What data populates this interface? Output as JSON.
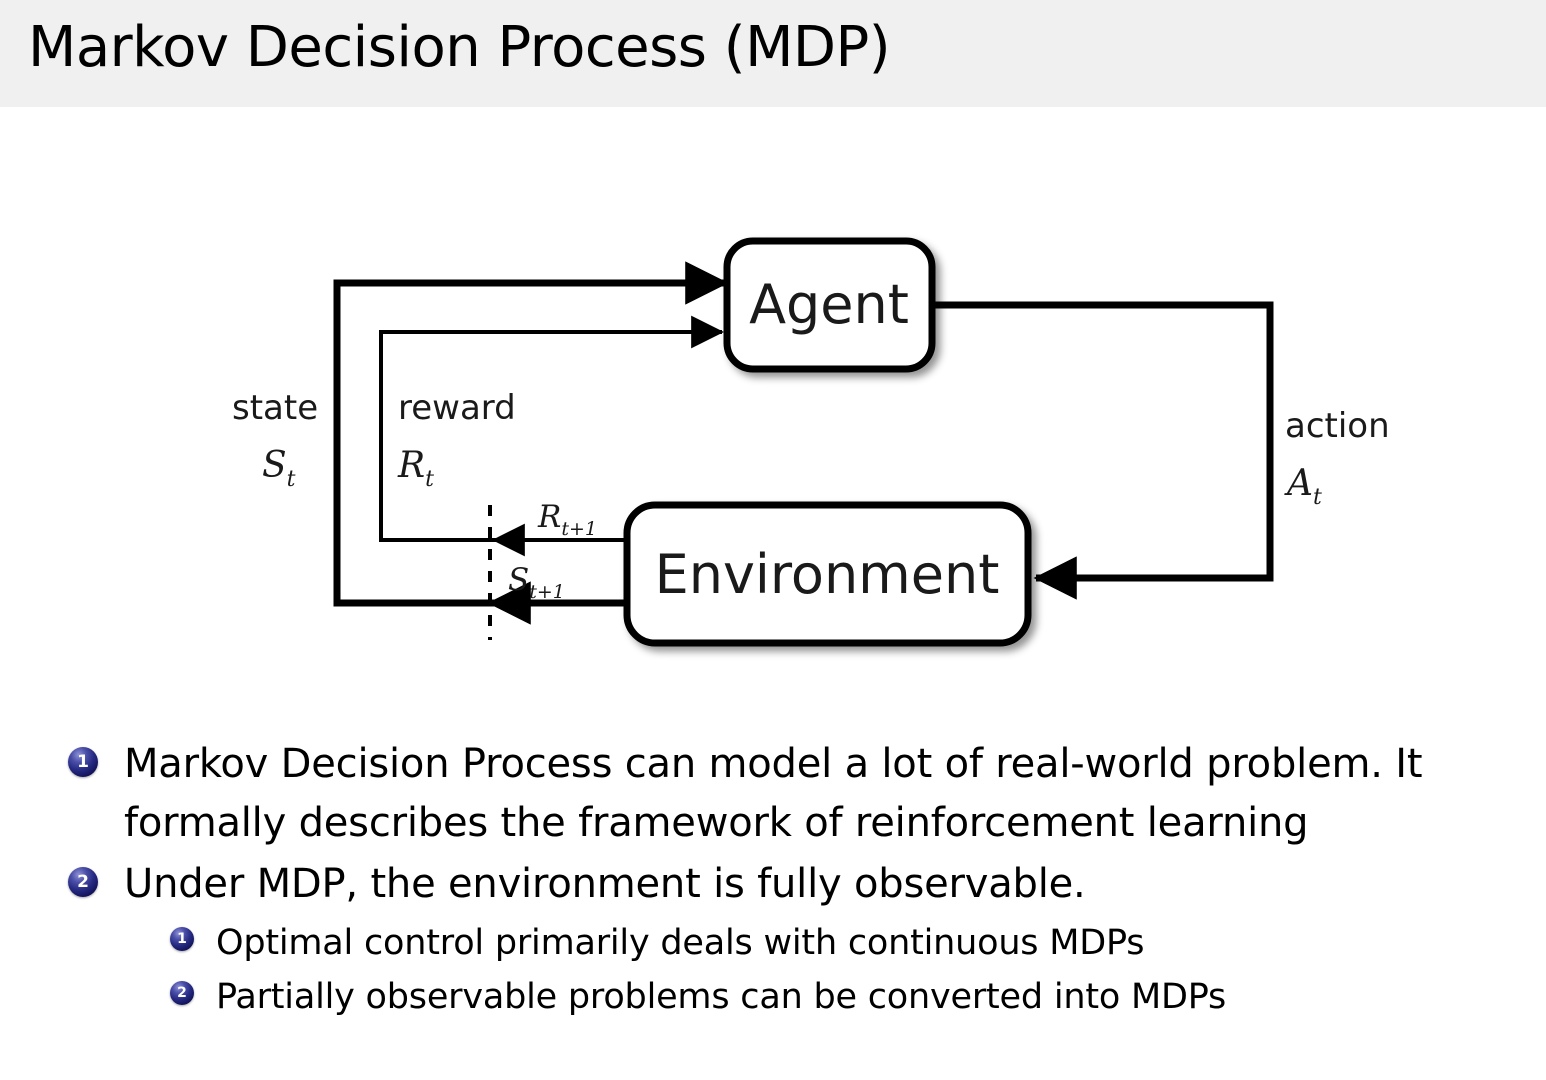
{
  "slide": {
    "title": "Markov Decision Process (MDP)",
    "header_background": "#f0f0f0",
    "background": "#ffffff",
    "bullet_color": "#262a82"
  },
  "diagram": {
    "name": "agent-environment-interaction-loop",
    "nodes": {
      "agent": "Agent",
      "environment": "Environment"
    },
    "labels": {
      "state_word": "state",
      "state_symbol": "S",
      "state_subscript": "t",
      "reward_word": "reward",
      "reward_symbol": "R",
      "reward_subscript": "t",
      "action_word": "action",
      "action_symbol": "A",
      "action_subscript": "t",
      "next_reward_symbol": "R",
      "next_reward_subscript": "t+1",
      "next_state_symbol": "S",
      "next_state_subscript": "t+1"
    }
  },
  "bullets": [
    {
      "level": 1,
      "number": "1",
      "lines": [
        "Markov Decision Process can model a lot of real-world problem. It",
        "formally describes the framework of reinforcement learning"
      ]
    },
    {
      "level": 1,
      "number": "2",
      "lines": [
        "Under MDP, the environment is fully observable."
      ]
    },
    {
      "level": 2,
      "number": "1",
      "lines": [
        "Optimal control primarily deals with continuous MDPs"
      ]
    },
    {
      "level": 2,
      "number": "2",
      "lines": [
        "Partially observable problems can be converted into MDPs"
      ]
    }
  ]
}
